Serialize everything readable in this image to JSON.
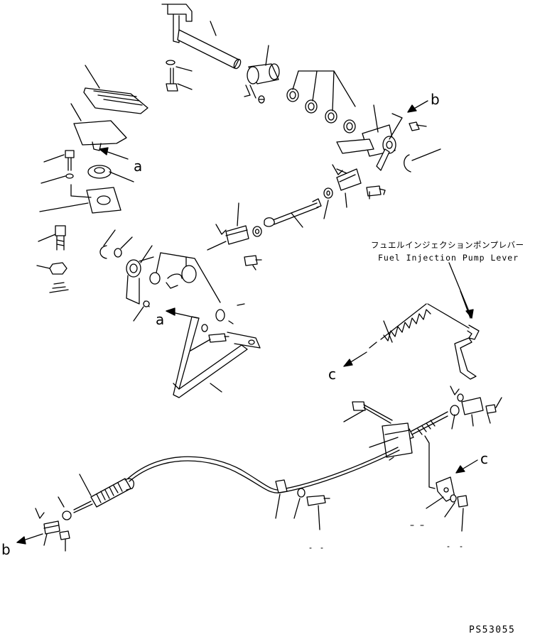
{
  "figure_code": "PS53055",
  "callouts": {
    "a_top": "a",
    "a_mid": "a",
    "b_top": "b",
    "b_bottom": "b",
    "c_left": "c",
    "c_right": "c"
  },
  "fuel_lever_label": {
    "japanese": "フュエルインジェクションポンプレバー",
    "english": "Fuel Injection Pump Lever"
  }
}
